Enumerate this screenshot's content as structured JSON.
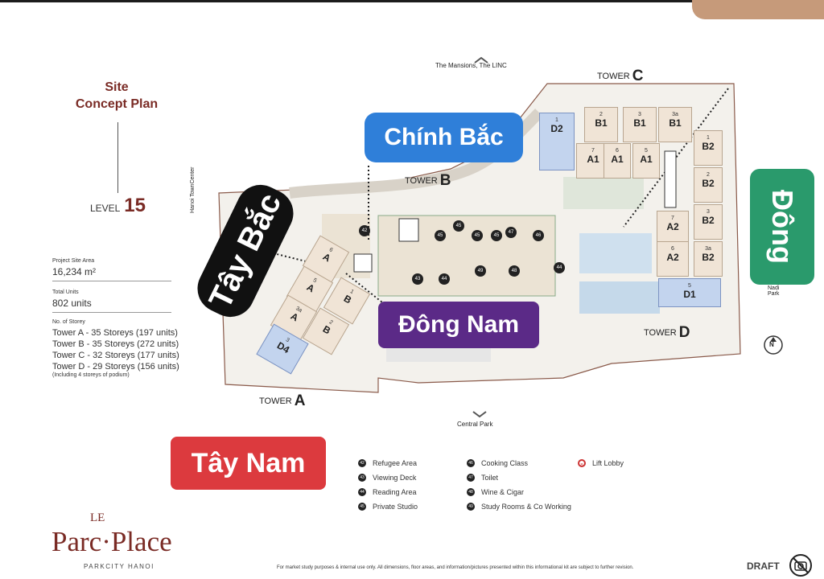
{
  "title": {
    "line1": "Site",
    "line2": "Concept Plan"
  },
  "level": {
    "label": "LEVEL",
    "number": "15"
  },
  "stats": {
    "site_area_label": "Project Site Area",
    "site_area_value": "16,234 m²",
    "total_units_label": "Total Units",
    "total_units_value": "802 units",
    "storey_label": "No. of Storey",
    "storeys": [
      "Tower A - 35 Storeys (197 units)",
      "Tower B - 35 Storeys (272 units)",
      "Tower C - 32 Storeys (177 units)",
      "Tower D - 29 Storeys (156 units)"
    ],
    "storey_note": "(Including 4 storeys of podium)"
  },
  "directions": {
    "north": "Chính Bắc",
    "east": "Đông",
    "northwest": "Tây Bắc",
    "southeast": "Đông Nam",
    "southwest": "Tây Nam"
  },
  "map_labels": {
    "top": "The Mansions, The LINC",
    "bottom": "Central Park",
    "left_road": "Hanoi TownCenter",
    "right_road": "Nadi Park",
    "north_symbol": "N"
  },
  "towers": {
    "A": {
      "prefix": "TOWER",
      "letter": "A"
    },
    "B": {
      "prefix": "TOWER",
      "letter": "B"
    },
    "C": {
      "prefix": "TOWER",
      "letter": "C"
    },
    "D": {
      "prefix": "TOWER",
      "letter": "D"
    }
  },
  "units": [
    {
      "n": "2",
      "t": "B1"
    },
    {
      "n": "3",
      "t": "B1"
    },
    {
      "n": "3a",
      "t": "B1"
    },
    {
      "n": "1",
      "t": "D2"
    },
    {
      "n": "7",
      "t": "A1"
    },
    {
      "n": "6",
      "t": "A1"
    },
    {
      "n": "5",
      "t": "A1"
    },
    {
      "n": "1",
      "t": "B2"
    },
    {
      "n": "2",
      "t": "B2"
    },
    {
      "n": "3",
      "t": "B2"
    },
    {
      "n": "3a",
      "t": "B2"
    },
    {
      "n": "7",
      "t": "A2"
    },
    {
      "n": "6",
      "t": "A2"
    },
    {
      "n": "5",
      "t": "D1"
    },
    {
      "n": "6",
      "t": "A"
    },
    {
      "n": "5",
      "t": "A"
    },
    {
      "n": "3a",
      "t": "A"
    },
    {
      "n": "1",
      "t": "B"
    },
    {
      "n": "2",
      "t": "B"
    },
    {
      "n": "3",
      "t": "D4"
    }
  ],
  "amenities": [
    "42",
    "45",
    "45",
    "45",
    "45",
    "47",
    "46",
    "49",
    "48",
    "44",
    "43",
    "44"
  ],
  "legend": [
    {
      "code": "42",
      "label": "Refugee Area"
    },
    {
      "code": "43",
      "label": "Viewing Deck"
    },
    {
      "code": "44",
      "label": "Reading Area"
    },
    {
      "code": "45",
      "label": "Private Studio"
    },
    {
      "code": "46",
      "label": "Cooking Class"
    },
    {
      "code": "47",
      "label": "Toilet"
    },
    {
      "code": "48",
      "label": "Wine & Cigar"
    },
    {
      "code": "49",
      "label": "Study Rooms & Co Working"
    },
    {
      "code": "",
      "label": "Lift Lobby"
    }
  ],
  "logo": {
    "le": "LE",
    "name": "Parc·Place",
    "sub": "PARKCITY HANOI"
  },
  "disclaimer": "For market study purposes & internal use only. All dimensions, floor areas, and information/pictures presented within this informational kit are subject to further revision.",
  "draft": "DRAFT",
  "colors": {
    "maroon": "#7a2b25",
    "north": "#2f7fd9",
    "east": "#2a9a6c",
    "northwest": "#111111",
    "southeast": "#5b2a87",
    "southwest": "#dc3a3e",
    "unit": "#f0e4d6",
    "unit_alt": "#c3d4ee"
  }
}
